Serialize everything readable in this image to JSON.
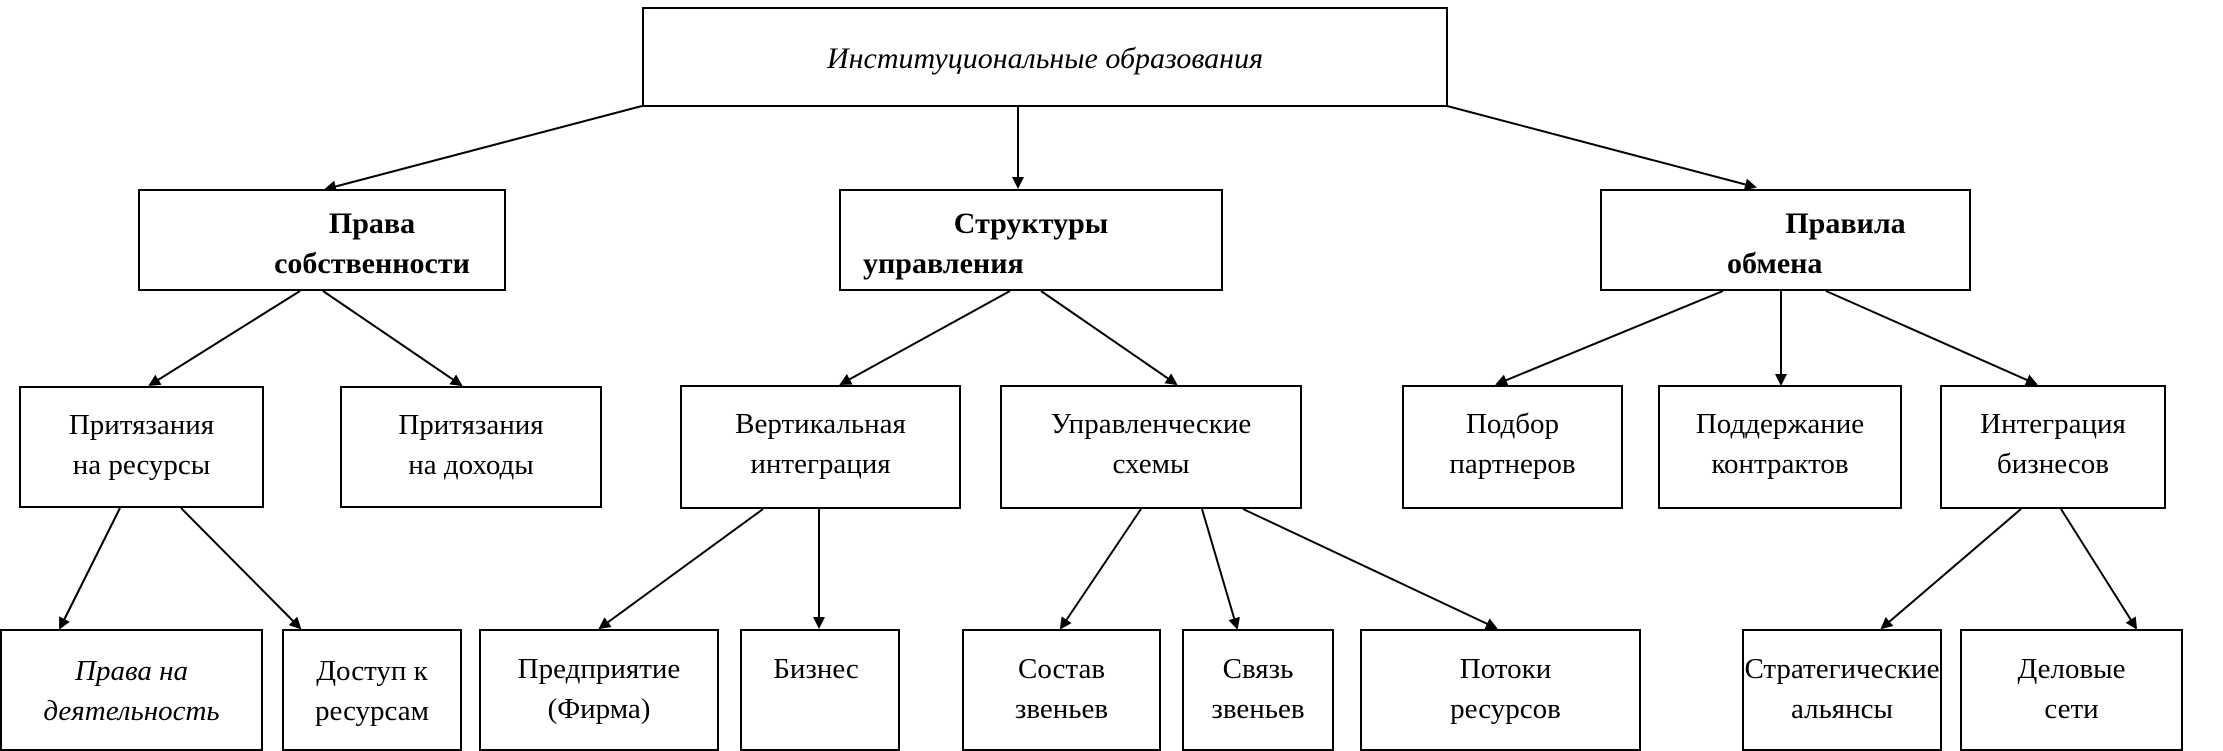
{
  "diagram": {
    "root": {
      "label": "Институциональные образования"
    },
    "level1": [
      {
        "id": "property",
        "lines": [
          "Права",
          "собственности"
        ]
      },
      {
        "id": "governance",
        "lines": [
          "Структуры",
          "управления"
        ]
      },
      {
        "id": "exchange",
        "lines": [
          "Правила",
          "обмена"
        ]
      }
    ],
    "level2": [
      {
        "id": "claims_resources",
        "lines": [
          "Притязания",
          "на ресурсы"
        ]
      },
      {
        "id": "claims_income",
        "lines": [
          "Притязания",
          "на доходы"
        ]
      },
      {
        "id": "vertical",
        "lines": [
          "Вертикальная",
          "интеграция"
        ]
      },
      {
        "id": "schemes",
        "lines": [
          "Управленческие",
          "схемы"
        ]
      },
      {
        "id": "partners",
        "lines": [
          "Подбор",
          "партнеров"
        ]
      },
      {
        "id": "contracts",
        "lines": [
          "Поддержание",
          "контрактов"
        ]
      },
      {
        "id": "integration",
        "lines": [
          "Интеграция",
          "бизнесов"
        ]
      }
    ],
    "level3": [
      {
        "id": "activity",
        "lines": [
          "Права на",
          "деятельность"
        ]
      },
      {
        "id": "access",
        "lines": [
          "Доступ к",
          "ресурсам"
        ]
      },
      {
        "id": "enterprise",
        "lines": [
          "Предприятие",
          "(Фирма)"
        ]
      },
      {
        "id": "business",
        "lines": [
          "Бизнес"
        ]
      },
      {
        "id": "links_composition",
        "lines": [
          "Состав",
          "звеньев"
        ]
      },
      {
        "id": "links_connection",
        "lines": [
          "Связь",
          "звеньев"
        ]
      },
      {
        "id": "flows",
        "lines": [
          "Потоки",
          "ресурсов"
        ]
      },
      {
        "id": "alliances",
        "lines": [
          "Стратегические",
          "альянсы"
        ]
      },
      {
        "id": "networks",
        "lines": [
          "Деловые",
          "сети"
        ]
      }
    ],
    "edges": [
      [
        "root",
        "property"
      ],
      [
        "root",
        "governance"
      ],
      [
        "root",
        "exchange"
      ],
      [
        "property",
        "claims_resources"
      ],
      [
        "property",
        "claims_income"
      ],
      [
        "governance",
        "vertical"
      ],
      [
        "governance",
        "schemes"
      ],
      [
        "exchange",
        "partners"
      ],
      [
        "exchange",
        "contracts"
      ],
      [
        "exchange",
        "integration"
      ],
      [
        "claims_resources",
        "activity"
      ],
      [
        "claims_resources",
        "access"
      ],
      [
        "vertical",
        "enterprise"
      ],
      [
        "vertical",
        "business"
      ],
      [
        "schemes",
        "links_composition"
      ],
      [
        "schemes",
        "links_connection"
      ],
      [
        "schemes",
        "flows"
      ],
      [
        "integration",
        "alliances"
      ],
      [
        "integration",
        "networks"
      ]
    ],
    "colors": {
      "line": "#000000",
      "background": "#ffffff",
      "text": "#000000"
    }
  }
}
